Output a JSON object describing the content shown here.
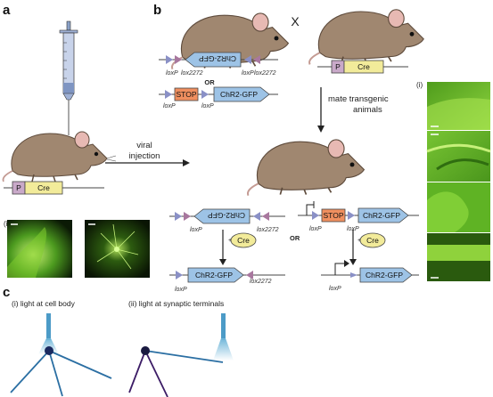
{
  "panels": {
    "a": "a",
    "b": "b",
    "c": "c"
  },
  "panel_a": {
    "promoter": "P",
    "gene": "Cre",
    "arrow_label_line1": "viral",
    "arrow_label_line2": "injection",
    "inset_label": "(i)"
  },
  "panel_b": {
    "cross_symbol": "X",
    "construct1": {
      "gene": "ChR2-GFP",
      "site1": "loxP",
      "site2": "lox2272",
      "site3": "loxP",
      "site4": "lox2272"
    },
    "or1": "OR",
    "construct2": {
      "stop": "STOP",
      "gene": "ChR2-GFP",
      "site1": "loxP",
      "site2": "loxP"
    },
    "cre_line": {
      "promoter": "P",
      "gene": "Cre"
    },
    "mate_label_line1": "mate transgenic",
    "mate_label_line2": "animals",
    "result_left": {
      "gene": "ChR2-GFP",
      "site1": "loxP",
      "site2": "lox2272",
      "plus": "+",
      "cre": "Cre",
      "after_site1": "loxP",
      "after_site2": "lox2272"
    },
    "or2": "OR",
    "result_right": {
      "stop": "STOP",
      "gene": "ChR2-GFP",
      "site1": "loxP",
      "site2": "loxP",
      "plus": "+",
      "cre": "Cre",
      "after_gene": "ChR2-GFP",
      "after_site": "loxP"
    },
    "inset_label": "(i)"
  },
  "panel_c": {
    "label_i": "(i) light at cell body",
    "label_ii": "(ii) light at synaptic terminals"
  },
  "colors": {
    "mouse": "#a08770",
    "mouse_dark": "#5e4b3c",
    "gene_box": "#9dc3e6",
    "cre_box": "#f2eb9a",
    "promoter_box": "#c9a9c9",
    "stop_box": "#f08f5f",
    "loxp": "#8a90c6",
    "lox2272": "#a8779e",
    "fluor": "#6ec42c"
  }
}
